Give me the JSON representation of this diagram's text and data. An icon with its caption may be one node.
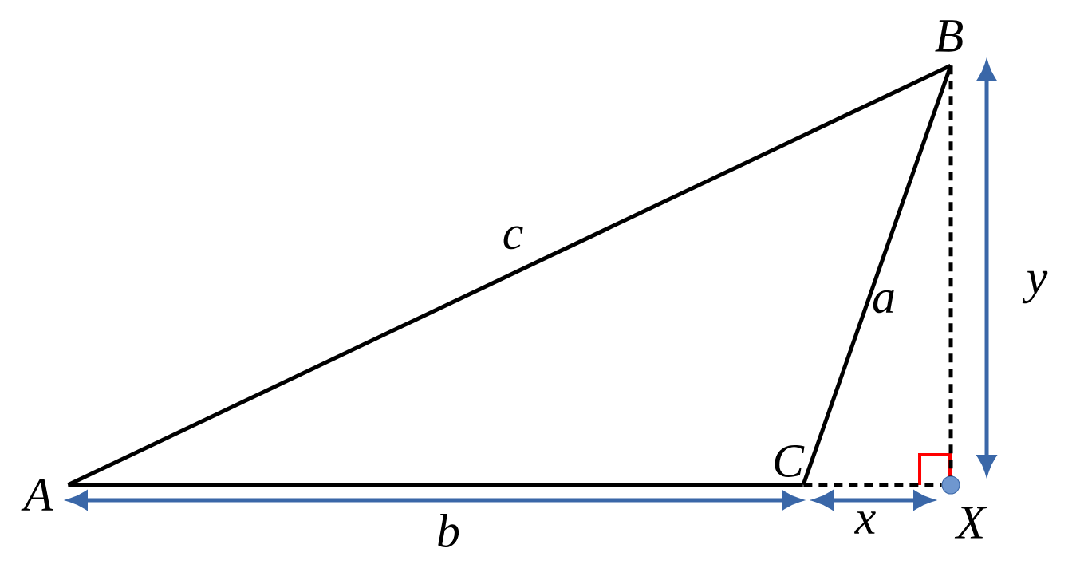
{
  "diagram": {
    "nodes": [
      {
        "text": [],
        "shape": "point",
        "beside": [
          "A"
        ]
      },
      {
        "text": [],
        "shape": "point",
        "beside": [
          "B"
        ]
      },
      {
        "text": [],
        "shape": "point",
        "beside": [
          "C"
        ]
      },
      {
        "text": [],
        "shape": "circle",
        "beside": [
          "X"
        ]
      }
    ],
    "edges": [
      {
        "from": 0,
        "to": 1,
        "arrow": "none",
        "label": "c"
      },
      {
        "from": 1,
        "to": 2,
        "arrow": "none",
        "label": "a"
      },
      {
        "from": 0,
        "to": 2,
        "arrow": "none"
      },
      {
        "from": 2,
        "to": 3,
        "arrow": "none",
        "style": "dashed"
      },
      {
        "from": 1,
        "to": 3,
        "arrow": "none",
        "style": "dashed"
      }
    ],
    "labels": [
      "b",
      "x",
      "y"
    ]
  }
}
